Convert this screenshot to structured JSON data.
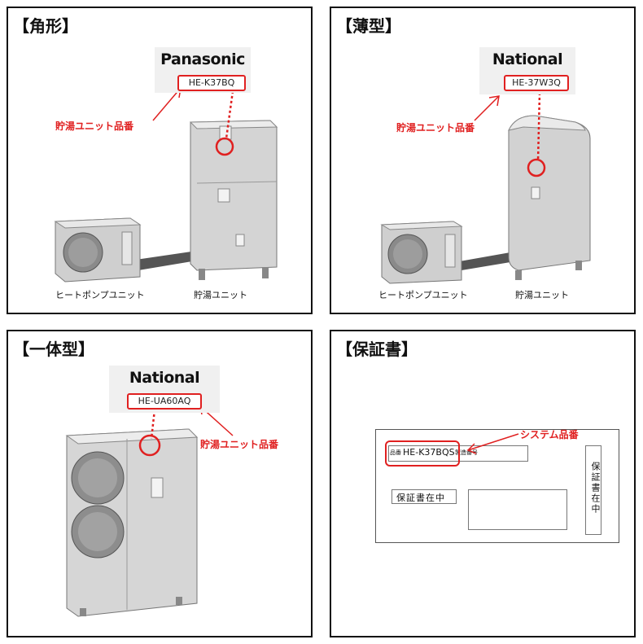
{
  "panels": [
    {
      "title": "【角形】",
      "brand": "Panasonic",
      "model": "HE-K37BQ",
      "unit_label": "貯湯ユニット品番",
      "caption_heatpump": "ヒートポンプユニット",
      "caption_tank": "貯湯ユニット"
    },
    {
      "title": "【薄型】",
      "brand": "National",
      "model": "HE-37W3Q",
      "unit_label": "貯湯ユニット品番",
      "caption_heatpump": "ヒートポンプユニット",
      "caption_tank": "貯湯ユニット"
    },
    {
      "title": "【一体型】",
      "brand": "National",
      "model": "HE-UA60AQ",
      "unit_label": "貯湯ユニット品番"
    },
    {
      "title": "【保証書】",
      "system_label": "システム品番",
      "field_label": "品番",
      "system_model": "HE-K37BQS",
      "field_label2": "製造番号",
      "stamp": "保証書在中",
      "vertical_stamp": "保証書在中"
    }
  ],
  "colors": {
    "accent": "#e02020",
    "border": "#111111",
    "appliance": "#d9d9d9"
  }
}
